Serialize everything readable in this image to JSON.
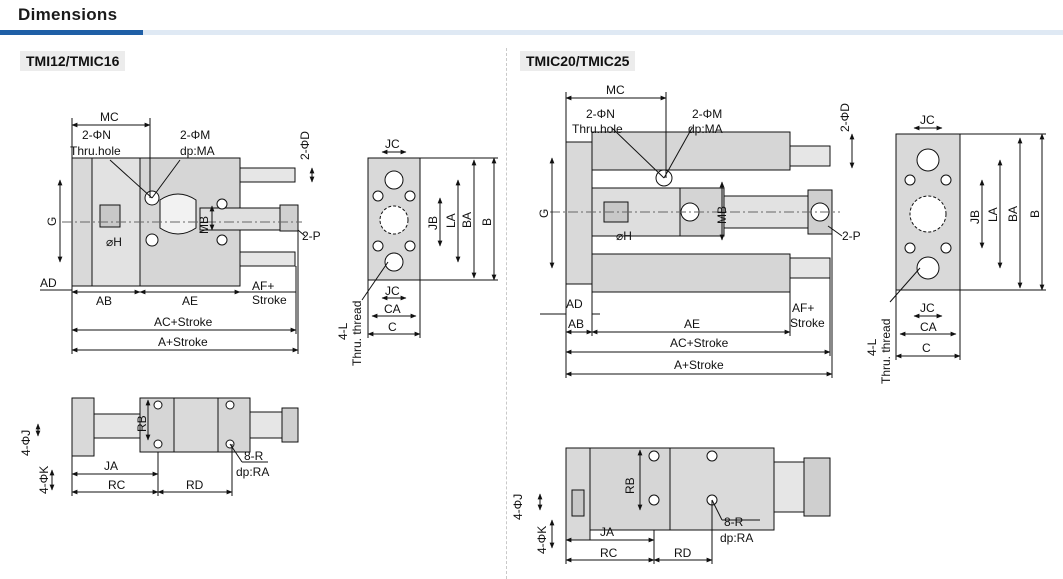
{
  "header": {
    "title": "Dimensions",
    "accent": "#1f5fa6",
    "band": "#dfe9f4"
  },
  "left": {
    "model": "TMI12/TMIC16",
    "dims": {
      "MC": "MC",
      "N": "2-ΦN",
      "thru": "Thru.hole",
      "M": "2-ΦM",
      "dpMA": "dp:MA",
      "D": "2-ΦD",
      "G": "G",
      "H": "⌀H",
      "MB": "MB",
      "P": "2-P",
      "AD": "AD",
      "AB": "AB",
      "AE": "AE",
      "AF": "AF+",
      "Stroke": "Stroke",
      "AC": "AC+Stroke",
      "A": "A+Stroke",
      "JC": "JC",
      "JB": "JB",
      "LA": "LA",
      "BA": "BA",
      "B": "B",
      "CA": "CA",
      "C": "C",
      "L": "4-L",
      "thread": "Thru. thread",
      "J": "4-ΦJ",
      "K": "4-ΦK",
      "RB": "RB",
      "JA": "JA",
      "R": "8-R",
      "dpRA": "dp:RA",
      "RC": "RC",
      "RD": "RD"
    }
  },
  "right": {
    "model": "TMIC20/TMIC25",
    "dims": {
      "MC": "MC",
      "N": "2-ΦN",
      "thru": "Thru.hole",
      "M": "2-ΦM",
      "dpMA": "dp:MA",
      "D": "2-ΦD",
      "G": "G",
      "H": "⌀H",
      "MB": "MB",
      "P": "2-P",
      "AD": "AD",
      "AB": "AB",
      "AE": "AE",
      "AF": "AF+",
      "Stroke": "Stroke",
      "AC": "AC+Stroke",
      "A": "A+Stroke",
      "JC": "JC",
      "JB": "JB",
      "LA": "LA",
      "BA": "BA",
      "B": "B",
      "CA": "CA",
      "C": "C",
      "L": "4-L",
      "thread": "Thru. thread",
      "J": "4-ΦJ",
      "K": "4-ΦK",
      "RB": "RB",
      "JA": "JA",
      "R": "8-R",
      "dpRA": "dp:RA",
      "RC": "RC",
      "RD": "RD"
    }
  }
}
